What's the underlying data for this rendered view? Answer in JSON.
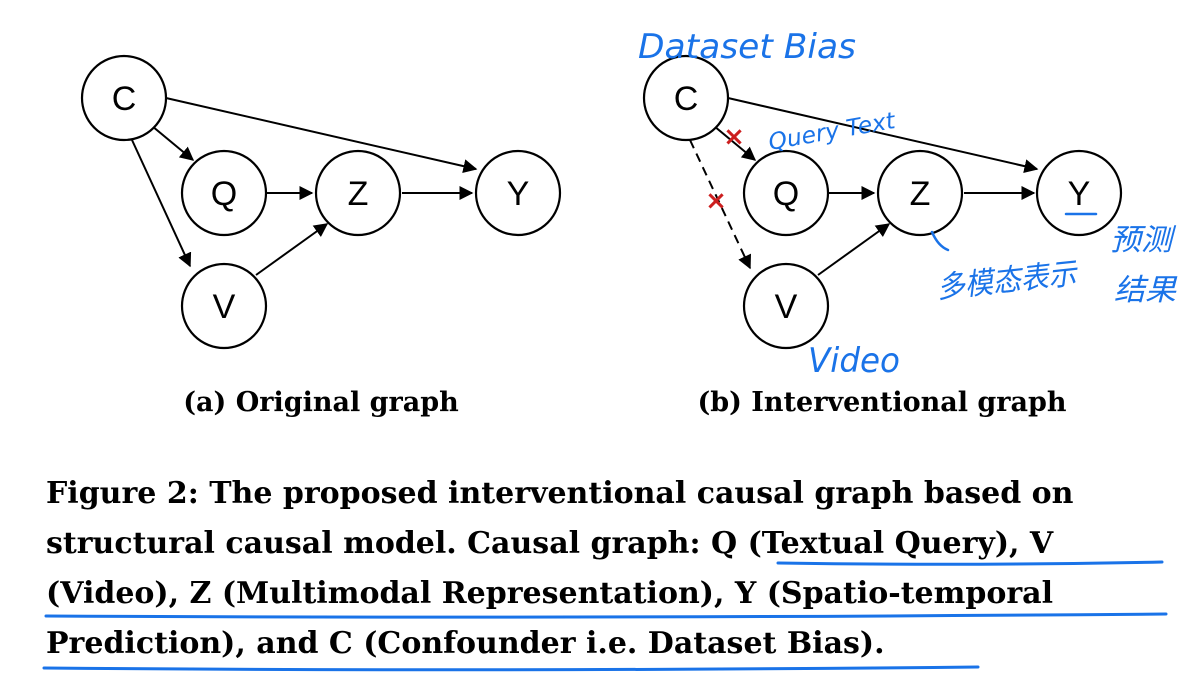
{
  "graphs": {
    "original": {
      "caption": "(a) Original graph",
      "nodes": {
        "C": "C",
        "Q": "Q",
        "Z": "Z",
        "Y": "Y",
        "V": "V"
      }
    },
    "interventional": {
      "caption": "(b) Interventional graph",
      "nodes": {
        "C": "C",
        "Q": "Q",
        "Z": "Z",
        "Y": "Y",
        "V": "V"
      }
    }
  },
  "annotations": {
    "dataset_bias": "Dataset Bias",
    "query_text": "Query Text",
    "video": "Video",
    "z_note": "多模态表示",
    "y_note_1": "预测",
    "y_note_2": "结果",
    "cut_mark": "×"
  },
  "caption": {
    "line1": "Figure 2: The proposed interventional causal graph based on",
    "line2": "structural causal model. Causal graph: Q (Textual Query), V",
    "line3": "(Video), Z (Multimodal Representation), Y (Spatio-temporal",
    "line4": "Prediction), and C (Confounder i.e. Dataset Bias)."
  },
  "colors": {
    "annotation": "#1a73e8",
    "cut_mark": "#cc1f1f",
    "stroke": "#000000"
  }
}
